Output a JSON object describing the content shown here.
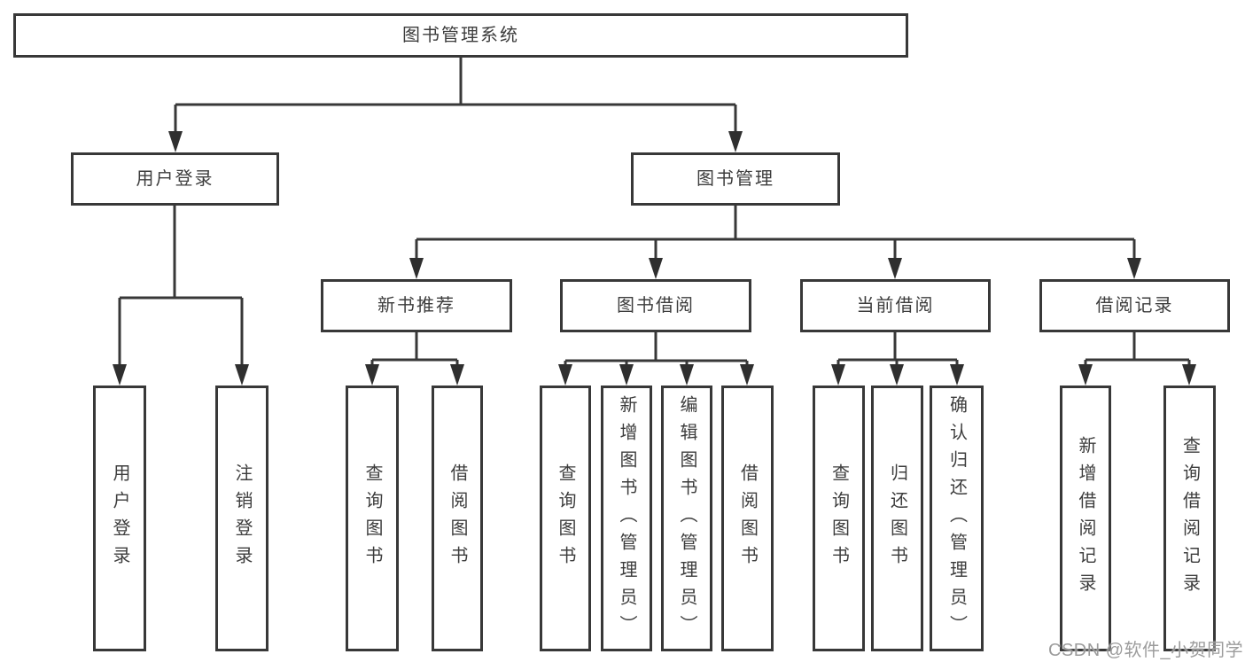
{
  "tree": {
    "root": {
      "label": "图书管理系统",
      "children": [
        {
          "label": "用户登录",
          "children": [
            {
              "label": "用户登录"
            },
            {
              "label": "注销登录"
            }
          ]
        },
        {
          "label": "图书管理",
          "children": [
            {
              "label": "新书推荐",
              "children": [
                {
                  "label": "查询图书"
                },
                {
                  "label": "借阅图书"
                }
              ]
            },
            {
              "label": "图书借阅",
              "children": [
                {
                  "label": "查询图书"
                },
                {
                  "label": "新增图书（管理员）"
                },
                {
                  "label": "编辑图书（管理员）"
                },
                {
                  "label": "借阅图书"
                }
              ]
            },
            {
              "label": "当前借阅",
              "children": [
                {
                  "label": "查询图书"
                },
                {
                  "label": "归还图书"
                },
                {
                  "label": "确认归还（管理员）"
                }
              ]
            },
            {
              "label": "借阅记录",
              "children": [
                {
                  "label": "新增借阅记录"
                },
                {
                  "label": "查询借阅记录"
                }
              ]
            }
          ]
        }
      ]
    }
  },
  "watermark": {
    "text": "CSDN @软件_小贺同学"
  },
  "colors": {
    "line": "#383838",
    "box_border": "#383838",
    "text": "#3d3d3d",
    "background": "#ffffff",
    "watermark": "#949494"
  }
}
